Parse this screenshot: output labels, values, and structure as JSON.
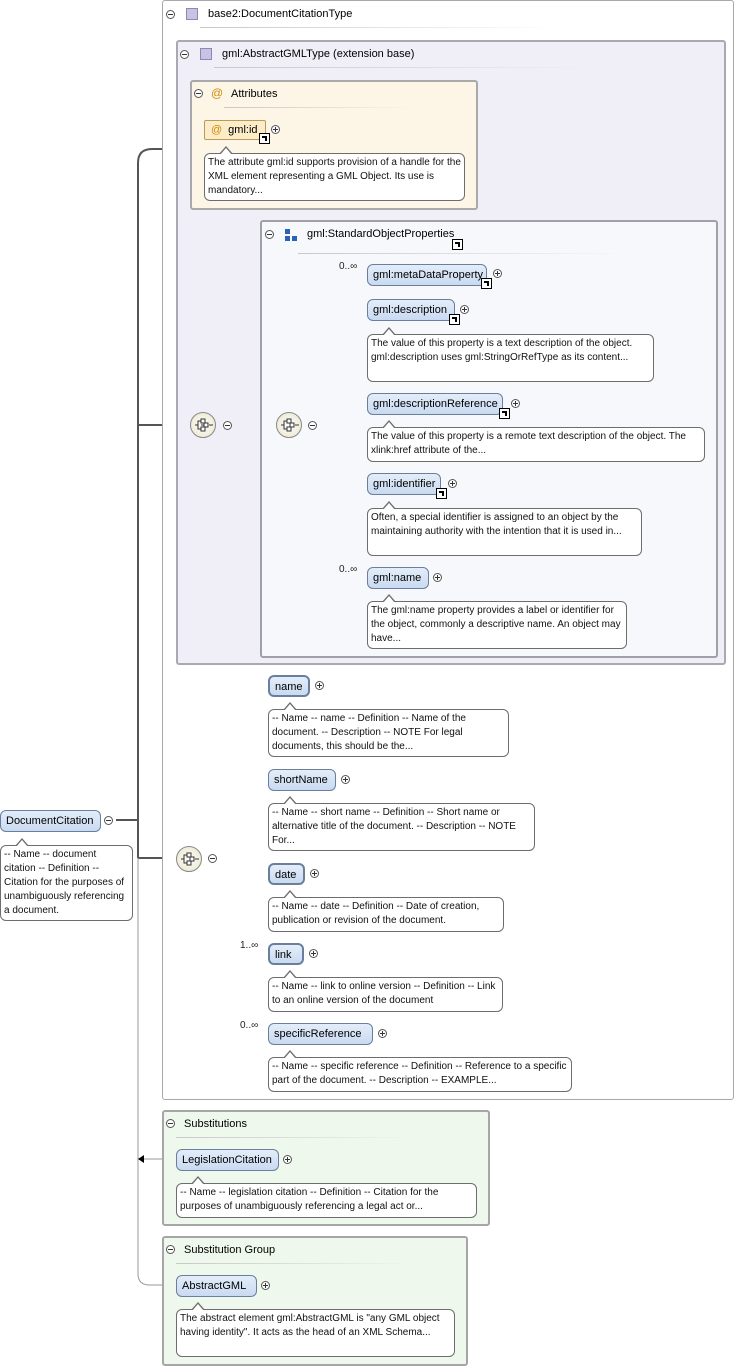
{
  "type_box": {
    "title": "base2:DocumentCitationType"
  },
  "extension": {
    "title": "gml:AbstractGMLType (extension base)"
  },
  "attributes": {
    "title": "Attributes",
    "id_attr": {
      "label": "gml:id",
      "note": "The attribute gml:id supports provision of a handle for the XML element representing a GML Object. Its use is mandatory..."
    }
  },
  "std_props": {
    "title": "gml:StandardObjectProperties",
    "items": [
      {
        "label": "gml:metaDataProperty",
        "occurrence": "0..∞",
        "note": ""
      },
      {
        "label": "gml:description",
        "occurrence": "",
        "note": "The value of this property is a text description of the object. gml:description uses gml:StringOrRefType as its content..."
      },
      {
        "label": "gml:descriptionReference",
        "occurrence": "",
        "note": "The value of this property is a remote text description of the object. The xlink:href attribute of the..."
      },
      {
        "label": "gml:identifier",
        "occurrence": "",
        "note": "Often, a special identifier is assigned to an object by the maintaining authority with the intention that it is used in..."
      },
      {
        "label": "gml:name",
        "occurrence": "0..∞",
        "note": "The gml:name property provides a label or identifier for the object, commonly a descriptive name. An object may have..."
      }
    ]
  },
  "local_sequence": [
    {
      "label": "name",
      "occurrence": "",
      "note": "-- Name -- name -- Definition -- Name of the document. -- Description -- NOTE For legal documents, this should be the..."
    },
    {
      "label": "shortName",
      "occurrence": "",
      "note": "-- Name -- short name -- Definition -- Short name or alternative title of the document. -- Description -- NOTE For..."
    },
    {
      "label": "date",
      "occurrence": "",
      "note": "-- Name -- date -- Definition -- Date of creation, publication or revision of the document."
    },
    {
      "label": "link",
      "occurrence": "1..∞",
      "note": "-- Name -- link to online version -- Definition -- Link to an online version of the document"
    },
    {
      "label": "specificReference",
      "occurrence": "0..∞",
      "note": "-- Name -- specific reference -- Definition -- Reference to a specific part of the document. -- Description -- EXAMPLE..."
    }
  ],
  "root": {
    "label": "DocumentCitation",
    "note": "-- Name -- document citation -- Definition -- Citation for the purposes of unambiguously referencing a document."
  },
  "substitutions": {
    "title": "Substitutions",
    "item": {
      "label": "LegislationCitation",
      "note": "-- Name -- legislation citation -- Definition -- Citation for the purposes of unambiguously referencing a legal act or..."
    }
  },
  "substitution_group": {
    "title": "Substitution Group",
    "item": {
      "label": "AbstractGML",
      "note": "The abstract element gml:AbstractGML is \"any GML object having identity\". It acts as the head of an XML Schema..."
    }
  },
  "colors": {
    "element_fill": "#c9daf0",
    "attribute_fill": "#fcecc8",
    "green_panel": "#eff8ec",
    "extension_panel": "#f0eff7"
  }
}
